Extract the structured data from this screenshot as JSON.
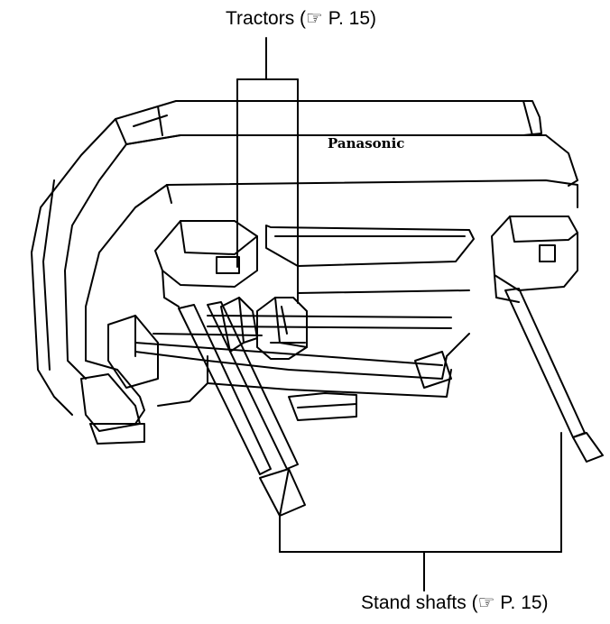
{
  "labels": {
    "tractors": "Tractors (☞ P. 15)",
    "stand_shafts": "Stand shafts (☞ P. 15)"
  },
  "brand_text": "Panasonic",
  "colors": {
    "line": "#000000",
    "paper": "#ffffff"
  }
}
